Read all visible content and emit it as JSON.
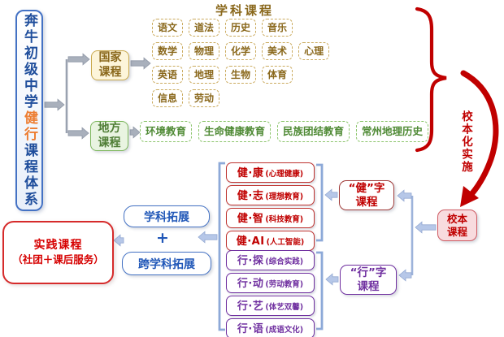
{
  "root": {
    "top": "奔牛初级中学",
    "highlight": "健行",
    "bottom": "课程体系"
  },
  "subjects": {
    "title": "学科课程",
    "rows": [
      [
        "语文",
        "道法",
        "历史",
        "音乐"
      ],
      [
        "数学",
        "物理",
        "化学",
        "美术",
        "心理"
      ],
      [
        "英语",
        "地理",
        "生物",
        "体育"
      ],
      [
        "信息",
        "劳动"
      ]
    ]
  },
  "national": {
    "line1": "国家",
    "line2": "课程"
  },
  "local": {
    "line1": "地方",
    "line2": "课程",
    "items": [
      "环境教育",
      "生命健康教育",
      "民族团结教育",
      "常州地理历史"
    ]
  },
  "impl": {
    "label": "校本化实施"
  },
  "school": {
    "line1": "校本",
    "line2": "课程"
  },
  "jian": {
    "line1": "“健”字",
    "line2": "课程",
    "items": [
      {
        "main": "健·康",
        "sub": "(心理健康)"
      },
      {
        "main": "健·志",
        "sub": "(理想教育)"
      },
      {
        "main": "健·智",
        "sub": "(科技教育)"
      },
      {
        "main": "健·AI",
        "sub": "(人工智能)"
      }
    ]
  },
  "xing": {
    "line1": "“行”字",
    "line2": "课程",
    "items": [
      {
        "main": "行·探",
        "sub": "(综合实践)"
      },
      {
        "main": "行·动",
        "sub": "(劳动教育)"
      },
      {
        "main": "行·艺",
        "sub": "(体艺双馨)"
      },
      {
        "main": "行·语",
        "sub": "(成语文化)"
      }
    ]
  },
  "extension": {
    "subject": "学科拓展",
    "plus": "+",
    "cross": "跨学科拓展"
  },
  "practice": {
    "line1": "实践课程",
    "line2": "（社团＋课后服务）"
  },
  "colors": {
    "blue": "#4472c4",
    "orange": "#ed7d31",
    "gold": "#8a681c",
    "green": "#4f8a35",
    "red": "#c00000",
    "purple": "#7030a0",
    "arrow_gray": "#a9b0bc",
    "arrow_blue": "#b6c7e8"
  }
}
